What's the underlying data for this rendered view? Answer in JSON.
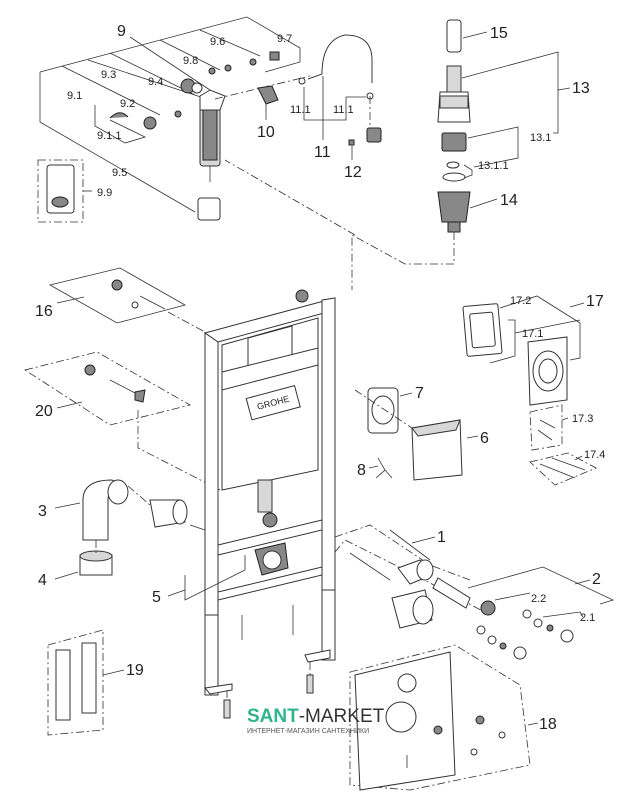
{
  "diagram": {
    "title": "GROHE Rapid SL installation frame — exploded parts view",
    "brand_on_cistern": "GROHE",
    "callouts": [
      {
        "id": "1",
        "label": "1"
      },
      {
        "id": "2",
        "label": "2"
      },
      {
        "id": "2.1",
        "label": "2.1"
      },
      {
        "id": "2.2",
        "label": "2.2"
      },
      {
        "id": "3",
        "label": "3"
      },
      {
        "id": "4",
        "label": "4"
      },
      {
        "id": "5",
        "label": "5"
      },
      {
        "id": "6",
        "label": "6"
      },
      {
        "id": "7",
        "label": "7"
      },
      {
        "id": "8",
        "label": "8"
      },
      {
        "id": "9",
        "label": "9"
      },
      {
        "id": "9.1",
        "label": "9.1"
      },
      {
        "id": "9.1.1",
        "label": "9.1.1"
      },
      {
        "id": "9.2",
        "label": "9.2"
      },
      {
        "id": "9.3",
        "label": "9.3"
      },
      {
        "id": "9.4",
        "label": "9.4"
      },
      {
        "id": "9.5",
        "label": "9.5"
      },
      {
        "id": "9.6",
        "label": "9.6"
      },
      {
        "id": "9.7",
        "label": "9.7"
      },
      {
        "id": "9.8",
        "label": "9.8"
      },
      {
        "id": "9.9",
        "label": "9.9"
      },
      {
        "id": "10",
        "label": "10"
      },
      {
        "id": "11",
        "label": "11"
      },
      {
        "id": "11.1a",
        "label": "11.1"
      },
      {
        "id": "11.1b",
        "label": "11.1"
      },
      {
        "id": "12",
        "label": "12"
      },
      {
        "id": "13",
        "label": "13"
      },
      {
        "id": "13.1",
        "label": "13.1"
      },
      {
        "id": "13.1.1",
        "label": "13.1.1"
      },
      {
        "id": "14",
        "label": "14"
      },
      {
        "id": "15",
        "label": "15"
      },
      {
        "id": "16",
        "label": "16"
      },
      {
        "id": "17",
        "label": "17"
      },
      {
        "id": "17.1",
        "label": "17.1"
      },
      {
        "id": "17.2",
        "label": "17.2"
      },
      {
        "id": "17.3",
        "label": "17.3"
      },
      {
        "id": "17.4",
        "label": "17.4"
      },
      {
        "id": "18",
        "label": "18"
      },
      {
        "id": "19",
        "label": "19"
      },
      {
        "id": "20",
        "label": "20"
      }
    ]
  },
  "watermark": {
    "brand_part1": "SANT",
    "brand_part2": "-MARKET",
    "tagline": "ИНТЕРНЕТ-МАГАЗИН САНТЕХНИКИ",
    "accent_color": "#2fb58e"
  }
}
